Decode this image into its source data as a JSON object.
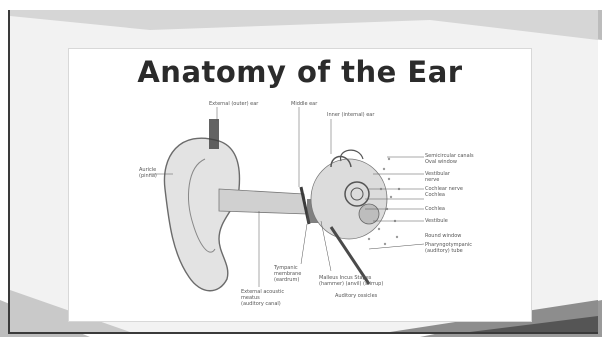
{
  "slide": {
    "title": "Anatomy of the Ear",
    "labels": {
      "external_auditory": "External (outer) ear",
      "middle_ear": "Middle ear",
      "inner_ear": "Inner (internal) ear",
      "auricle": "Auricle\n(pinna)",
      "semicircular": "Semicircular canals\nOval window",
      "vestibular_nerve": "Vestibular\nnerve",
      "cochlear_nerve": "Cochlear nerve\nCochlea",
      "cochlea": "Cochlea",
      "vestibule": "Vestibule",
      "round_window": "Round window",
      "pharyngotympanic": "Pharyngotympanic\n(auditory) tube",
      "tympanic_membrane": "Tympanic\nmembrane\n(eardrum)",
      "ext_auditory_canal": "External acoustic\nmeatus\n(auditory canal)",
      "ossicles": "Malleus  Incus  Stapes\n(hammer) (anvil) (stirrup)",
      "auditory_ossicles": "Auditory ossicles"
    }
  },
  "colors": {
    "skin": "#e3e3e3",
    "outline": "#6b6b6b",
    "bone": "#cfcfcf",
    "dark": "#3c3c3c"
  }
}
